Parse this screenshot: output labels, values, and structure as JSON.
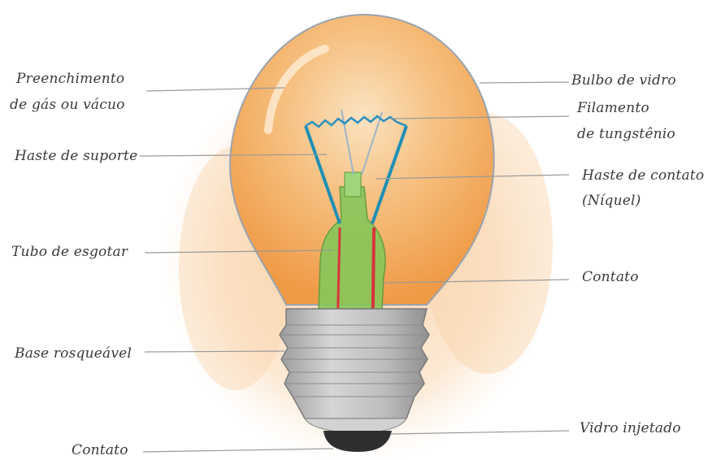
{
  "diagram": {
    "labels": {
      "fill": {
        "line1": "Preenchimento",
        "line2": "de gás ou vácuo"
      },
      "support": "Haste de suporte",
      "exhaust_tube": "Tubo de esgotar",
      "screw_base": "Base rosqueável",
      "contact_bottom": "Contato",
      "bulb": "Bulbo de vidro",
      "filament": {
        "line1": "Filamento",
        "line2": "de tungstênio"
      },
      "contact_stem": {
        "line1": "Haste de contato",
        "line2": "(Níquel)"
      },
      "contact_mid": "Contato",
      "glass": "Vidro injetado"
    },
    "colors": {
      "bulb_glow": "#f4a24a",
      "wash": "#f7c08a",
      "glass_stem": "#7ac04e",
      "support_wire": "#1f8fb5",
      "contact_wire": "#d8343b",
      "base_metal": "#b9b9b9",
      "tip": "#2f2f2f",
      "leader": "#9a9a9a"
    }
  }
}
